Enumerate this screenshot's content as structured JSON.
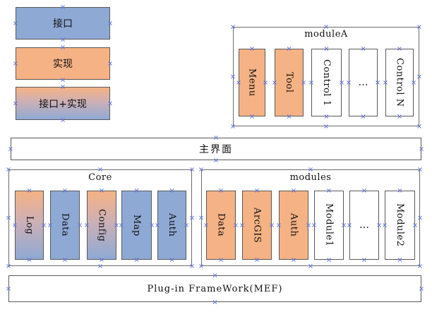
{
  "legend": {
    "interface": "接口",
    "implementation": "实现",
    "both": "接口+实现"
  },
  "moduleA": {
    "title": "moduleA",
    "items": [
      "Menu",
      "Tool",
      "Control 1",
      "…",
      "Control N"
    ]
  },
  "main_ui": "主界面",
  "core": {
    "title": "Core",
    "items": [
      "Log",
      "Data",
      "Config",
      "Map",
      "Auth"
    ]
  },
  "modules": {
    "title": "modules",
    "items": [
      "Data",
      "ArcGIS",
      "Auth",
      "Module1",
      "…",
      "Module2"
    ]
  },
  "framework": "Plug-in FrameWork(MEF)",
  "colors": {
    "interface": "#8ea9d4",
    "implementation": "#f5b284",
    "border": "#5a5a5a",
    "marker": "#6677dd"
  }
}
